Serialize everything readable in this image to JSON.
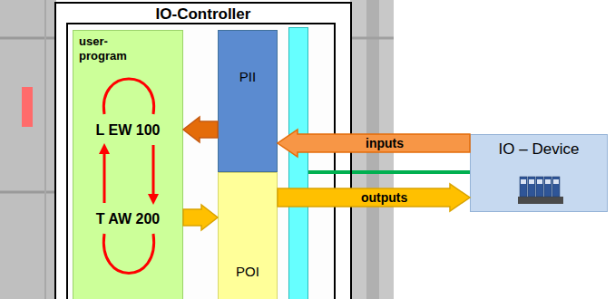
{
  "diagram": {
    "nodes": [
      {
        "text": [
          "IO-Controller"
        ]
      },
      {
        "text": [
          "user-program",
          "L EW 100",
          "T AW 200"
        ],
        "in": 0
      },
      {
        "text": [
          "PII"
        ],
        "in": 0
      },
      {
        "text": [
          "POI"
        ],
        "in": 0
      },
      {
        "text": [
          "IO – Device"
        ]
      }
    ],
    "edges": [
      {
        "from": 4,
        "to": 2,
        "arrow": "to",
        "label": "inputs"
      },
      {
        "from": 2,
        "to": 1,
        "arrow": "to"
      },
      {
        "from": 1,
        "to": 3,
        "arrow": "to"
      },
      {
        "from": 3,
        "to": 4,
        "arrow": "to",
        "label": "outputs"
      },
      {
        "from": 0,
        "to": 4,
        "arrow": "none"
      }
    ]
  }
}
